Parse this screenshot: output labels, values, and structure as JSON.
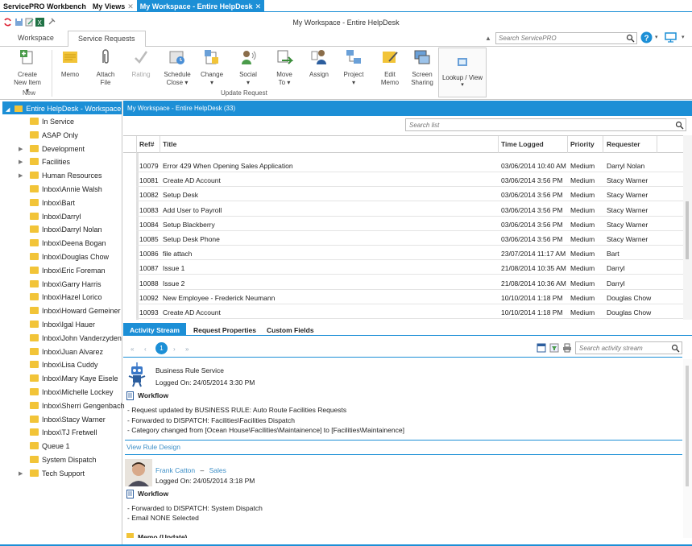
{
  "window_tabs": [
    {
      "label": "ServicePRO Workbench"
    },
    {
      "label": "My Views"
    },
    {
      "label": "My Workspace - Entire HelpDesk"
    }
  ],
  "window_title": "My Workspace - Entire HelpDesk",
  "ribbon": {
    "tabs": [
      "Workspace",
      "Service Requests"
    ],
    "search_placeholder": "Search ServicePRO",
    "buttons": {
      "create_new_item": "Create New Item ▾",
      "memo": "Memo",
      "attach_file": "Attach File",
      "rating": "Rating",
      "schedule_close": "Schedule Close ▾",
      "change": "Change ▾",
      "social": "Social ▾",
      "move_to": "Move To ▾",
      "assign": "Assign",
      "project": "Project ▾",
      "edit_memo": "Edit Memo",
      "screen_sharing": "Screen Sharing",
      "lookup_view": "Lookup / View"
    },
    "groups": {
      "new": "New",
      "update_request": "Update Request"
    }
  },
  "tree": {
    "root": "Entire HelpDesk - Workspace",
    "items": [
      {
        "label": "In Service",
        "expandable": false
      },
      {
        "label": "ASAP Only",
        "expandable": false
      },
      {
        "label": "Development",
        "expandable": true
      },
      {
        "label": "Facilities",
        "expandable": true
      },
      {
        "label": "Human Resources",
        "expandable": true
      },
      {
        "label": "Inbox\\Annie Walsh",
        "expandable": false
      },
      {
        "label": "Inbox\\Bart",
        "expandable": false
      },
      {
        "label": "Inbox\\Darryl",
        "expandable": false
      },
      {
        "label": "Inbox\\Darryl Nolan",
        "expandable": false
      },
      {
        "label": "Inbox\\Deena Bogan",
        "expandable": false
      },
      {
        "label": "Inbox\\Douglas Chow",
        "expandable": false
      },
      {
        "label": "Inbox\\Eric Foreman",
        "expandable": false
      },
      {
        "label": "Inbox\\Garry Harris",
        "expandable": false
      },
      {
        "label": "Inbox\\Hazel Lorico",
        "expandable": false
      },
      {
        "label": "Inbox\\Howard Gemeiner",
        "expandable": false
      },
      {
        "label": "Inbox\\Igal Hauer",
        "expandable": false
      },
      {
        "label": "Inbox\\John Vanderzyden",
        "expandable": false
      },
      {
        "label": "Inbox\\Juan Alvarez",
        "expandable": false
      },
      {
        "label": "Inbox\\Lisa Cuddy",
        "expandable": false
      },
      {
        "label": "Inbox\\Mary Kaye Eisele",
        "expandable": false
      },
      {
        "label": "Inbox\\Michelle Lockey",
        "expandable": false
      },
      {
        "label": "Inbox\\Sherri Gengenbach",
        "expandable": false
      },
      {
        "label": "Inbox\\Stacy Warner",
        "expandable": false
      },
      {
        "label": "Inbox\\TJ Fretwell",
        "expandable": false
      },
      {
        "label": "Queue 1",
        "expandable": false
      },
      {
        "label": "System Dispatch",
        "expandable": false
      },
      {
        "label": "Tech Support",
        "expandable": true
      }
    ]
  },
  "list": {
    "header": "My Workspace - Entire HelpDesk  (33)",
    "search_placeholder": "Search list",
    "columns": [
      "Ref#",
      "Title",
      "Time Logged",
      "Priority",
      "Requester"
    ],
    "rows": [
      [
        "10079",
        "Error 429 When Opening Sales Application",
        "03/06/2014 10:40 AM",
        "Medium",
        "Darryl Nolan"
      ],
      [
        "10081",
        "Create AD Account",
        "03/06/2014 3:56 PM",
        "Medium",
        "Stacy Warner"
      ],
      [
        "10082",
        "Setup Desk",
        "03/06/2014 3:56 PM",
        "Medium",
        "Stacy Warner"
      ],
      [
        "10083",
        "Add User to Payroll",
        "03/06/2014 3:56 PM",
        "Medium",
        "Stacy Warner"
      ],
      [
        "10084",
        "Setup Blackberry",
        "03/06/2014 3:56 PM",
        "Medium",
        "Stacy Warner"
      ],
      [
        "10085",
        "Setup Desk Phone",
        "03/06/2014 3:56 PM",
        "Medium",
        "Stacy Warner"
      ],
      [
        "10086",
        "file attach",
        "23/07/2014 11:17 AM",
        "Medium",
        "Bart"
      ],
      [
        "10087",
        "Issue 1",
        "21/08/2014 10:35 AM",
        "Medium",
        "Darryl"
      ],
      [
        "10088",
        "Issue 2",
        "21/08/2014 10:36 AM",
        "Medium",
        "Darryl"
      ],
      [
        "10092",
        "New Employee - Frederick Neumann",
        "10/10/2014 1:18 PM",
        "Medium",
        "Douglas Chow"
      ],
      [
        "10093",
        "Create AD Account",
        "10/10/2014 1:18 PM",
        "Medium",
        "Douglas Chow"
      ]
    ]
  },
  "lower_tabs": [
    "Activity Stream",
    "Request Properties",
    "Custom Fields"
  ],
  "pager": {
    "first": "«",
    "prev": "‹",
    "current": "1",
    "next": "›",
    "last": "»"
  },
  "activity_search_placeholder": "Search activity stream",
  "activity": {
    "entry1": {
      "name": "Business Rule Service",
      "logged": "Logged On: 24/05/2014 3:30 PM",
      "type": "Workflow",
      "lines": [
        "- Request updated by BUSINESS RULE: Auto Route Facilities Requests",
        "- Forwarded to DISPATCH: Facilities\\Facilities Dispatch",
        "- Category changed from [Ocean House\\Facilities\\Maintainence] to [Facilities\\Maintainence]"
      ],
      "link": "View Rule Design"
    },
    "entry2": {
      "name": "Frank Catton",
      "sep": "–",
      "dept": "Sales",
      "logged": "Logged On: 24/05/2014 3:18 PM",
      "type": "Workflow",
      "lines": [
        "- Forwarded to DISPATCH: System Dispatch",
        "- Email NONE Selected"
      ]
    },
    "entry3_type": "Memo (Update)"
  },
  "colors": {
    "accent": "#1c8fd6",
    "folder": "#f2c438",
    "link": "#3d8fc7"
  }
}
